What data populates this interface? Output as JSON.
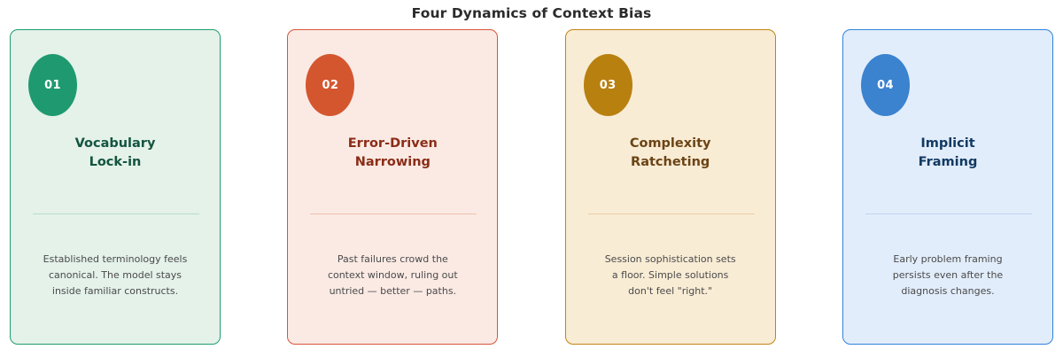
{
  "header": {
    "title": "Four Dynamics of Context Bias"
  },
  "cards": [
    {
      "number": "01",
      "title": "Vocabulary\nLock-in",
      "body": "Established terminology feels\ncanonical. The model stays\ninside familiar constructs.",
      "colors": {
        "background": "#e4f2ea",
        "border": "#1f9e6e",
        "badge": "#1f9a70",
        "title": "#14543f",
        "divider": "#bcdccd"
      }
    },
    {
      "number": "02",
      "title": "Error-Driven\nNarrowing",
      "body": "Past failures crowd the\ncontext window, ruling out\nuntried — better — paths.",
      "colors": {
        "background": "#fbeae4",
        "border": "#d8543a",
        "badge": "#d4562f",
        "title": "#8a2d17",
        "divider": "#eec0b0"
      }
    },
    {
      "number": "03",
      "title": "Complexity\nRatcheting",
      "body": "Session sophistication sets\na floor. Simple solutions\ndon't feel \"right.\"",
      "colors": {
        "background": "#f9ecd5",
        "border": "#c28413",
        "badge": "#b8800f",
        "title": "#6b4415",
        "divider": "#e7cfa2"
      }
    },
    {
      "number": "04",
      "title": "Implicit\nFraming",
      "body": "Early problem framing\npersists even after the\ndiagnosis changes.",
      "colors": {
        "background": "#e2edfb",
        "border": "#2f82db",
        "badge": "#3b82cf",
        "title": "#123a63",
        "divider": "#bcd5ef"
      }
    }
  ]
}
